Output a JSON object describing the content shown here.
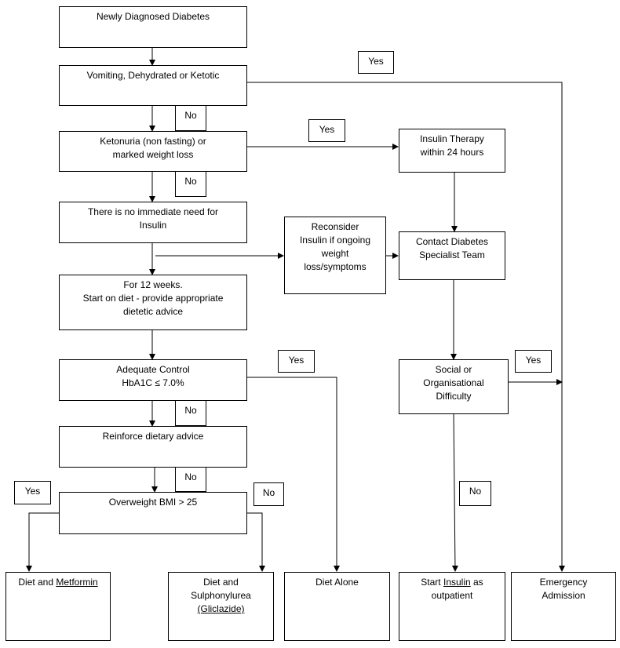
{
  "nodes": {
    "newly_diagnosed": "Newly Diagnosed Diabetes",
    "vomiting": "Vomiting, Dehydrated or Ketotic",
    "ketonuria_1": "Ketonuria (non fasting) or",
    "ketonuria_2": "marked weight loss",
    "no_need_1": "There  is no immediate need for",
    "no_need_2": "Insulin",
    "start_diet_1": "For 12 weeks.",
    "start_diet_2": "Start on diet - provide appropriate",
    "start_diet_3": "dietetic advice",
    "adequate_1": "Adequate Control",
    "adequate_2": "HbA1C ≤ 7.0%",
    "reinforce": "Reinforce dietary advice",
    "overweight": "Overweight BMI > 25",
    "insulin_therapy_1": "Insulin Therapy",
    "insulin_therapy_2": "within 24 hours",
    "reconsider_1": "Reconsider",
    "reconsider_2": "Insulin if ongoing",
    "reconsider_3": "weight",
    "reconsider_4": "loss/symptoms",
    "contact_1": "Contact Diabetes",
    "contact_2": "Specialist Team",
    "social_1": "Social or",
    "social_2": "Organisational",
    "social_3": "Difficulty",
    "diet_metformin_prefix": "Diet and ",
    "diet_metformin_drug": "Metformin",
    "diet_sulph_1": "Diet and",
    "diet_sulph_2": "Sulphonylurea",
    "diet_sulph_3": "(Gliclazide)",
    "diet_alone": "Diet Alone",
    "start_insulin_prefix": "Start ",
    "start_insulin_drug": "Insulin",
    "start_insulin_suffix": " as",
    "start_insulin_2": "outpatient",
    "emergency_1": "Emergency",
    "emergency_2": "Admission"
  },
  "labels": {
    "yes": "Yes",
    "no": "No"
  }
}
